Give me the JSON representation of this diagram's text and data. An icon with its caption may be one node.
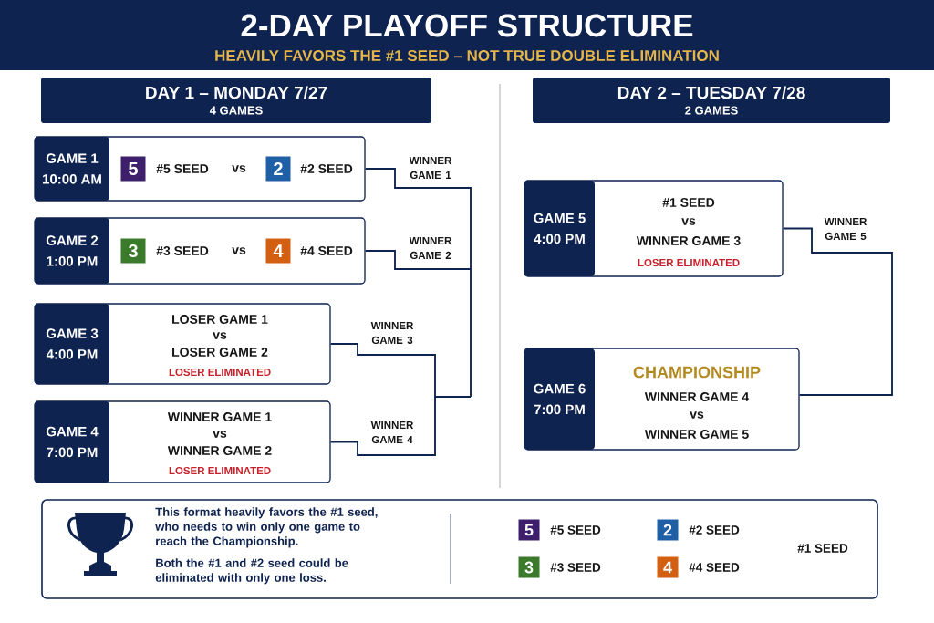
{
  "diagram": {
    "title": "2-DAY PLAYOFF STRUCTURE",
    "nodes": [
      {
        "text": [
          "DAY 1 – MONDAY 7/27",
          "4 GAMES"
        ]
      },
      {
        "text": [
          "DAY 2 – TUESDAY 7/28",
          "2 GAMES"
        ]
      },
      {
        "text": [
          "GAME 1",
          "10:00 AM",
          "#5 SEED",
          "vs",
          "#2 SEED"
        ]
      },
      {
        "text": [
          "5"
        ],
        "in": 2
      },
      {
        "text": [
          "2"
        ],
        "in": 2
      },
      {
        "text": [
          "GAME 2",
          "1:00 PM",
          "#3 SEED",
          "vs",
          "#4 SEED"
        ]
      },
      {
        "text": [
          "3"
        ],
        "in": 5
      },
      {
        "text": [
          "4"
        ],
        "in": 5
      },
      {
        "text": [
          "GAME 3",
          "4:00 PM",
          "LOSER GAME 1",
          "vs",
          "LOSER GAME 2",
          "LOSER ELIMINATED"
        ]
      },
      {
        "text": [
          "GAME 4",
          "7:00 PM",
          "WINNER GAME 1",
          "vs",
          "WINNER GAME 2",
          "LOSER ELIMINATED"
        ]
      },
      {
        "text": [
          "GAME 5",
          "4:00 PM",
          "#1 SEED",
          "vs",
          "WINNER GAME 3",
          "LOSER ELIMINATED"
        ]
      },
      {
        "text": [
          "GAME 6",
          "7:00 PM",
          "CHAMPIONSHIP",
          "WINNER GAME 4",
          "vs",
          "WINNER GAME 5"
        ]
      },
      {
        "text": [
          "This format heavily favors the #1 seed, who needs to win only one game to reach the Championship.",
          "Both the #1 and #2 seed could be eliminated with only one loss."
        ]
      }
    ],
    "edges": [
      {
        "from": 2,
        "to": null,
        "arrow": "none",
        "label": "WINNER GAME 1"
      },
      {
        "from": 5,
        "to": null,
        "arrow": "none",
        "label": "WINNER GAME 2"
      },
      {
        "from": 8,
        "to": null,
        "arrow": "none",
        "label": "WINNER GAME 3"
      },
      {
        "from": 9,
        "to": null,
        "arrow": "none",
        "label": "WINNER GAME 4"
      },
      {
        "from": 10,
        "to": 11,
        "arrow": "none",
        "label": "WINNER GAME 5"
      }
    ],
    "labels": [
      "HEAVILY FAVORS THE #1 SEED – NOT TRUE DOUBLE ELIMINATION",
      "5",
      "2",
      "3",
      "4",
      "#1 SEED"
    ],
    "legend": [
      {
        "text": "#5 SEED",
        "color": "#3d1f6b"
      },
      {
        "text": "#2 SEED",
        "color": "#1f5fa5"
      },
      {
        "text": "#3 SEED",
        "color": "#3a7a2a"
      },
      {
        "text": "#4 SEED",
        "color": "#d35f12"
      }
    ]
  }
}
